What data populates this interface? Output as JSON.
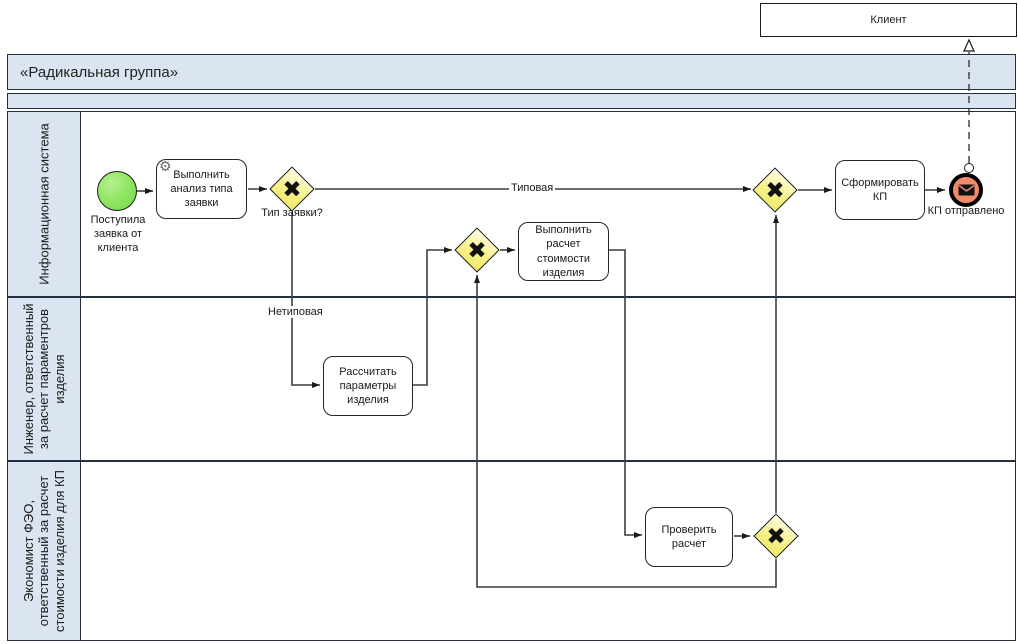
{
  "icons": {
    "gear": "⚙",
    "gateway_x": "✖",
    "envelope": "message-envelope",
    "message_arrowhead": "open-triangle",
    "message_origin": "small-circle"
  },
  "colors": {
    "lane_header_blue": "#dbe5f1",
    "gateway_yellow": "#f5f07c",
    "start_event_green": "#8ce45f",
    "end_event_salmon": "#f08a6b",
    "flow_line": "#3f3f3f"
  },
  "external_participant": {
    "label": "Клиент"
  },
  "pool": {
    "title": "«Радикальная группа»",
    "lanes": [
      {
        "label": "Информационная система"
      },
      {
        "label": "Инженер, ответственный за расчет параментров изделия"
      },
      {
        "label": "Экономист ФЭО, ответственный за расчет стоимости изделия для КП"
      }
    ]
  },
  "nodes": {
    "start_event": {
      "label": "Поступила заявка от клиента"
    },
    "task_analyze": {
      "label": "Выполнить анализ типа заявки"
    },
    "gateway_request_type": {
      "label": "Тип заявки?"
    },
    "task_calc_params": {
      "label": "Рассчитать параметры изделия"
    },
    "task_calc_cost": {
      "label": "Выполнить расчет стоимости изделия"
    },
    "task_check_calc": {
      "label": "Проверить расчет"
    },
    "task_form_kp": {
      "label": "Сформировать КП"
    },
    "end_event": {
      "label": "КП отправлено"
    }
  },
  "flow_labels": {
    "typical": "Типовая",
    "atypical": "Нетиповая"
  }
}
